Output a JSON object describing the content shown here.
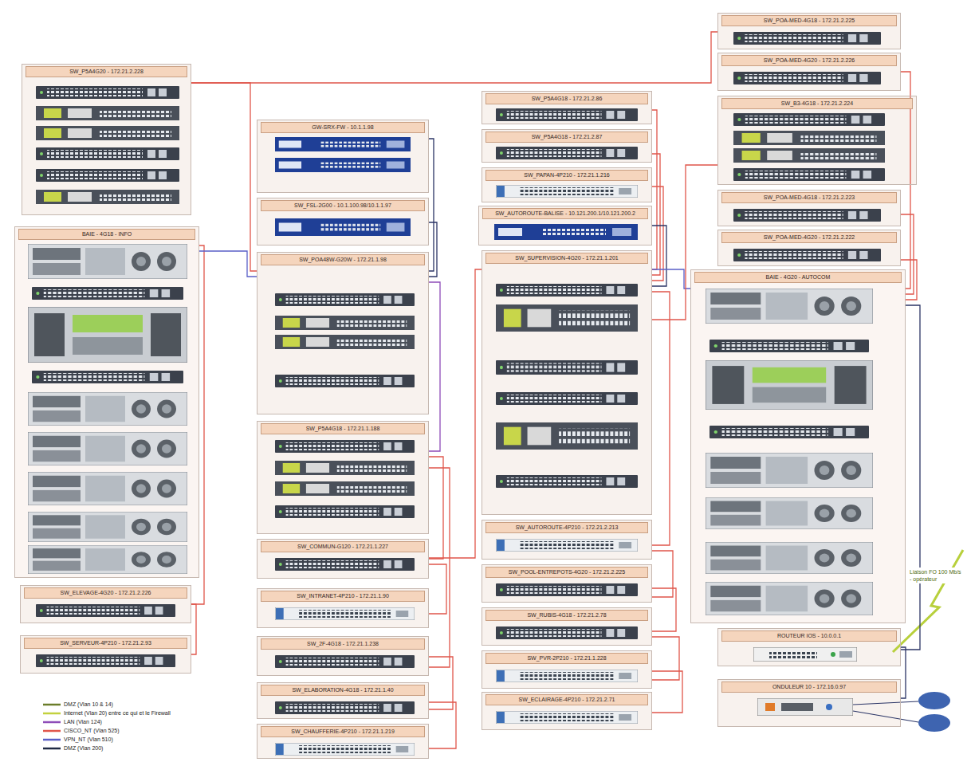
{
  "diagram": {
    "nodes": [
      {
        "text": [
          "SW_P5A4G20 - 172.21.2.228"
        ]
      },
      {
        "text": [
          "BAIE - 4G18 - INFO"
        ]
      },
      {
        "text": [
          "SW_ELEVAGE-4G20 - 172.21.2.226"
        ]
      },
      {
        "text": [
          "SW_SERVEUR-4P210 - 172.21.2.93"
        ]
      },
      {
        "text": [
          "GW-SRX-FW - 10.1.1.98"
        ]
      },
      {
        "text": [
          "SW_FSL-2G00 - 10.1.100.98/10.1.1.97"
        ]
      },
      {
        "text": [
          "SW_POA48W-G20W - 172.21.1.98"
        ]
      },
      {
        "text": [
          "SW_P5A4G18 - 172.21.1.188"
        ]
      },
      {
        "text": [
          "SW_COMMUN-G120 - 172.21.1.227"
        ]
      },
      {
        "text": [
          "SW_INTRANET-4P210 - 172.21.1.90"
        ]
      },
      {
        "text": [
          "SW_2F-4G18 - 172.21.1.238"
        ]
      },
      {
        "text": [
          "SW_ELABORATION-4G18 - 172.21.1.40"
        ]
      },
      {
        "text": [
          "SW_CHAUFFERIE-4P210 - 172.21.1.219"
        ]
      },
      {
        "text": [
          "SW_P5A4G18 - 172.21.2.86"
        ]
      },
      {
        "text": [
          "SW_P5A4G18 - 172.21.2.87"
        ]
      },
      {
        "text": [
          "SW_PAPAN-4P210 - 172.21.1.216"
        ]
      },
      {
        "text": [
          "SW_AUTOROUTE-BALISE - 10.121.200.1/10.121.200.2"
        ]
      },
      {
        "text": [
          "SW_SUPERVISION-4G20 - 172.21.1.201"
        ]
      },
      {
        "text": [
          "SW_AUTOROUTE-4P210 - 172.21.2.213"
        ]
      },
      {
        "text": [
          "SW_POOL-ENTREPOTS-4G20 - 172.21.2.225"
        ]
      },
      {
        "text": [
          "SW_RUBIS-4G18 - 172.21.2.78"
        ]
      },
      {
        "text": [
          "SW_PVR-2P210 - 172.21.1.228"
        ]
      },
      {
        "text": [
          "SW_ECLAIRAGE-4P210 - 172.21.2.71"
        ]
      },
      {
        "text": [
          "SW_POA-MED-4G18 - 172.21.2.225"
        ]
      },
      {
        "text": [
          "SW_POA-MED-4G20 - 172.21.2.226"
        ]
      },
      {
        "text": [
          "SW_B3-4G18 - 172.21.2.224"
        ]
      },
      {
        "text": [
          "SW_POA-MED-4G18 - 172.21.2.223"
        ]
      },
      {
        "text": [
          "SW_POA-MED-4G20 - 172.21.2.222"
        ]
      },
      {
        "text": [
          "BAIE - 4G20 - AUTOCOM"
        ]
      },
      {
        "text": [
          "ROUTEUR IOS - 10.0.0.1"
        ]
      },
      {
        "text": [
          "ONDULEUR 10 - 172.16.0.97"
        ]
      }
    ],
    "edges": [
      {
        "from": 0,
        "to": 6,
        "arrow": "none"
      },
      {
        "from": 0,
        "to": 23,
        "arrow": "none"
      },
      {
        "from": 4,
        "to": 6,
        "arrow": "none"
      },
      {
        "from": 5,
        "to": 6,
        "arrow": "none"
      },
      {
        "from": 6,
        "to": 7,
        "arrow": "none"
      },
      {
        "from": 7,
        "to": 8,
        "arrow": "none"
      },
      {
        "from": 8,
        "to": 17,
        "arrow": "none"
      },
      {
        "from": 9,
        "to": 8,
        "arrow": "none"
      },
      {
        "from": 10,
        "to": 7,
        "arrow": "none"
      },
      {
        "from": 11,
        "to": 10,
        "arrow": "none"
      },
      {
        "from": 12,
        "to": 11,
        "arrow": "none"
      },
      {
        "from": 2,
        "to": 1,
        "arrow": "none"
      },
      {
        "from": 3,
        "to": 2,
        "arrow": "none"
      },
      {
        "from": 1,
        "to": 6,
        "arrow": "none"
      },
      {
        "from": 13,
        "to": 17,
        "arrow": "none"
      },
      {
        "from": 14,
        "to": 17,
        "arrow": "none"
      },
      {
        "from": 15,
        "to": 17,
        "arrow": "none"
      },
      {
        "from": 16,
        "to": 17,
        "arrow": "none"
      },
      {
        "from": 17,
        "to": 28,
        "arrow": "none"
      },
      {
        "from": 18,
        "to": 17,
        "arrow": "none"
      },
      {
        "from": 19,
        "to": 18,
        "arrow": "none"
      },
      {
        "from": 20,
        "to": 19,
        "arrow": "none"
      },
      {
        "from": 21,
        "to": 20,
        "arrow": "none"
      },
      {
        "from": 22,
        "to": 21,
        "arrow": "none"
      },
      {
        "from": 24,
        "to": 28,
        "arrow": "none"
      },
      {
        "from": 25,
        "to": 17,
        "arrow": "none"
      },
      {
        "from": 26,
        "to": 28,
        "arrow": "none"
      },
      {
        "from": 27,
        "to": 28,
        "arrow": "none"
      },
      {
        "from": 28,
        "to": 29,
        "arrow": "none"
      },
      {
        "from": 29,
        "to": 30,
        "arrow": "none"
      }
    ],
    "labels": [
      "Liaison FO 100 Mb/s - opérateur"
    ],
    "legend": [
      {
        "text": "DMZ (Vlan 10 & 14)",
        "color": "#6b7d2a"
      },
      {
        "text": "Internet (Vlan 20) entre ce qui et le Firewall",
        "color": "#c3d13e"
      },
      {
        "text": "LAN (Vlan 124)",
        "color": "#8e4cb8"
      },
      {
        "text": "CISCO_NT (Vlan 525)",
        "color": "#e0564b"
      },
      {
        "text": "VPN_NT (Vlan 510)",
        "color": "#5a5fc8"
      },
      {
        "text": "DMZ (Vlan 200)",
        "color": "#1f2a44"
      }
    ]
  }
}
